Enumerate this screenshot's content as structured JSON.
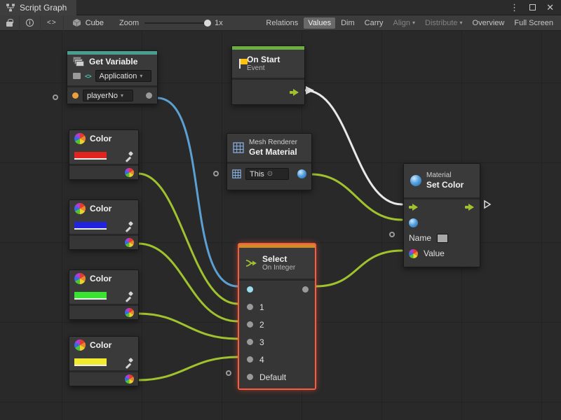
{
  "window": {
    "tab_title": "Script Graph"
  },
  "icons": {
    "menu": "⋮",
    "close": "✕",
    "caret": "▾",
    "target": "⊙",
    "info": "i",
    "code": "<>"
  },
  "toolbar": {
    "graph_name": "Cube",
    "zoom_label": "Zoom",
    "zoom_value": "1x",
    "buttons": [
      {
        "label": "Relations",
        "active": false,
        "disabled": false,
        "dropdown": false
      },
      {
        "label": "Values",
        "active": true,
        "disabled": false,
        "dropdown": false
      },
      {
        "label": "Dim",
        "active": false,
        "disabled": false,
        "dropdown": false
      },
      {
        "label": "Carry",
        "active": false,
        "disabled": false,
        "dropdown": false
      },
      {
        "label": "Align",
        "active": false,
        "disabled": true,
        "dropdown": true
      },
      {
        "label": "Distribute",
        "active": false,
        "disabled": true,
        "dropdown": true
      },
      {
        "label": "Overview",
        "active": false,
        "disabled": false,
        "dropdown": false
      },
      {
        "label": "Full Screen",
        "active": false,
        "disabled": false,
        "dropdown": false
      }
    ]
  },
  "nodes": {
    "get_variable": {
      "title": "Get Variable",
      "kind": "Application",
      "variable": "playerNo"
    },
    "on_start": {
      "title": "On Start",
      "subtitle": "Event"
    },
    "get_material": {
      "context": "Mesh Renderer",
      "title": "Get Material",
      "target": "This"
    },
    "select": {
      "title": "Select",
      "subtitle": "On Integer",
      "branch_labels": [
        "1",
        "2",
        "3",
        "4",
        "Default"
      ]
    },
    "set_color": {
      "context": "Material",
      "title": "Set Color",
      "name_label": "Name",
      "value_label": "Value"
    },
    "color_nodes": [
      {
        "title": "Color",
        "swatch": "#e02420"
      },
      {
        "title": "Color",
        "swatch": "#2025dd"
      },
      {
        "title": "Color",
        "swatch": "#3ae332"
      },
      {
        "title": "Color",
        "swatch": "#f2ea2e"
      }
    ]
  },
  "colors": {
    "wire_flow": "#e9e9e9",
    "wire_value_green": "#9fc22e",
    "wire_value_blue": "#5b9fd3",
    "variable_accent": "#4a9e8e",
    "event_accent": "#6dab43",
    "select_accent": "#cf8a2a",
    "selection_outline": "#ff5a3c"
  }
}
